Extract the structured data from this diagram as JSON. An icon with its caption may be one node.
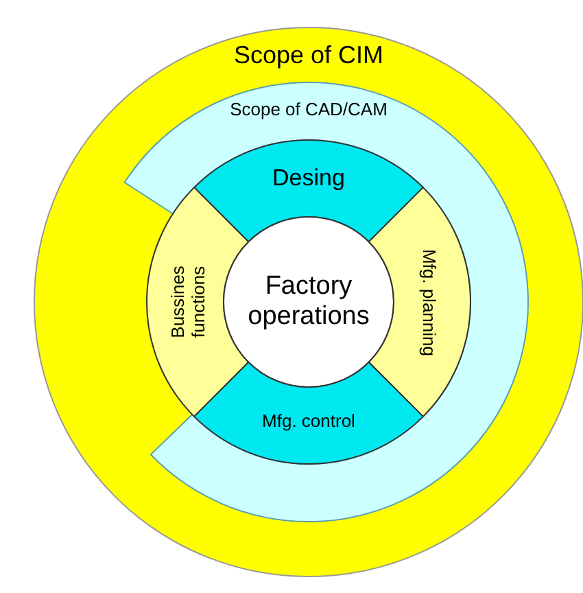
{
  "diagram": {
    "nodes": [
      {
        "text": [
          "Scope of CIM"
        ]
      },
      {
        "text": [
          "Scope of CAD/CAM"
        ],
        "in": 0
      },
      {
        "text": [
          "Desing"
        ],
        "in": 0
      },
      {
        "text": [
          "Bussines functions"
        ],
        "in": 0
      },
      {
        "text": [
          "Factory operations"
        ],
        "in": 0
      },
      {
        "text": [
          "Mfg. planning"
        ],
        "in": 0
      },
      {
        "text": [
          "Mfg. control"
        ],
        "in": 0
      }
    ],
    "edges": []
  }
}
